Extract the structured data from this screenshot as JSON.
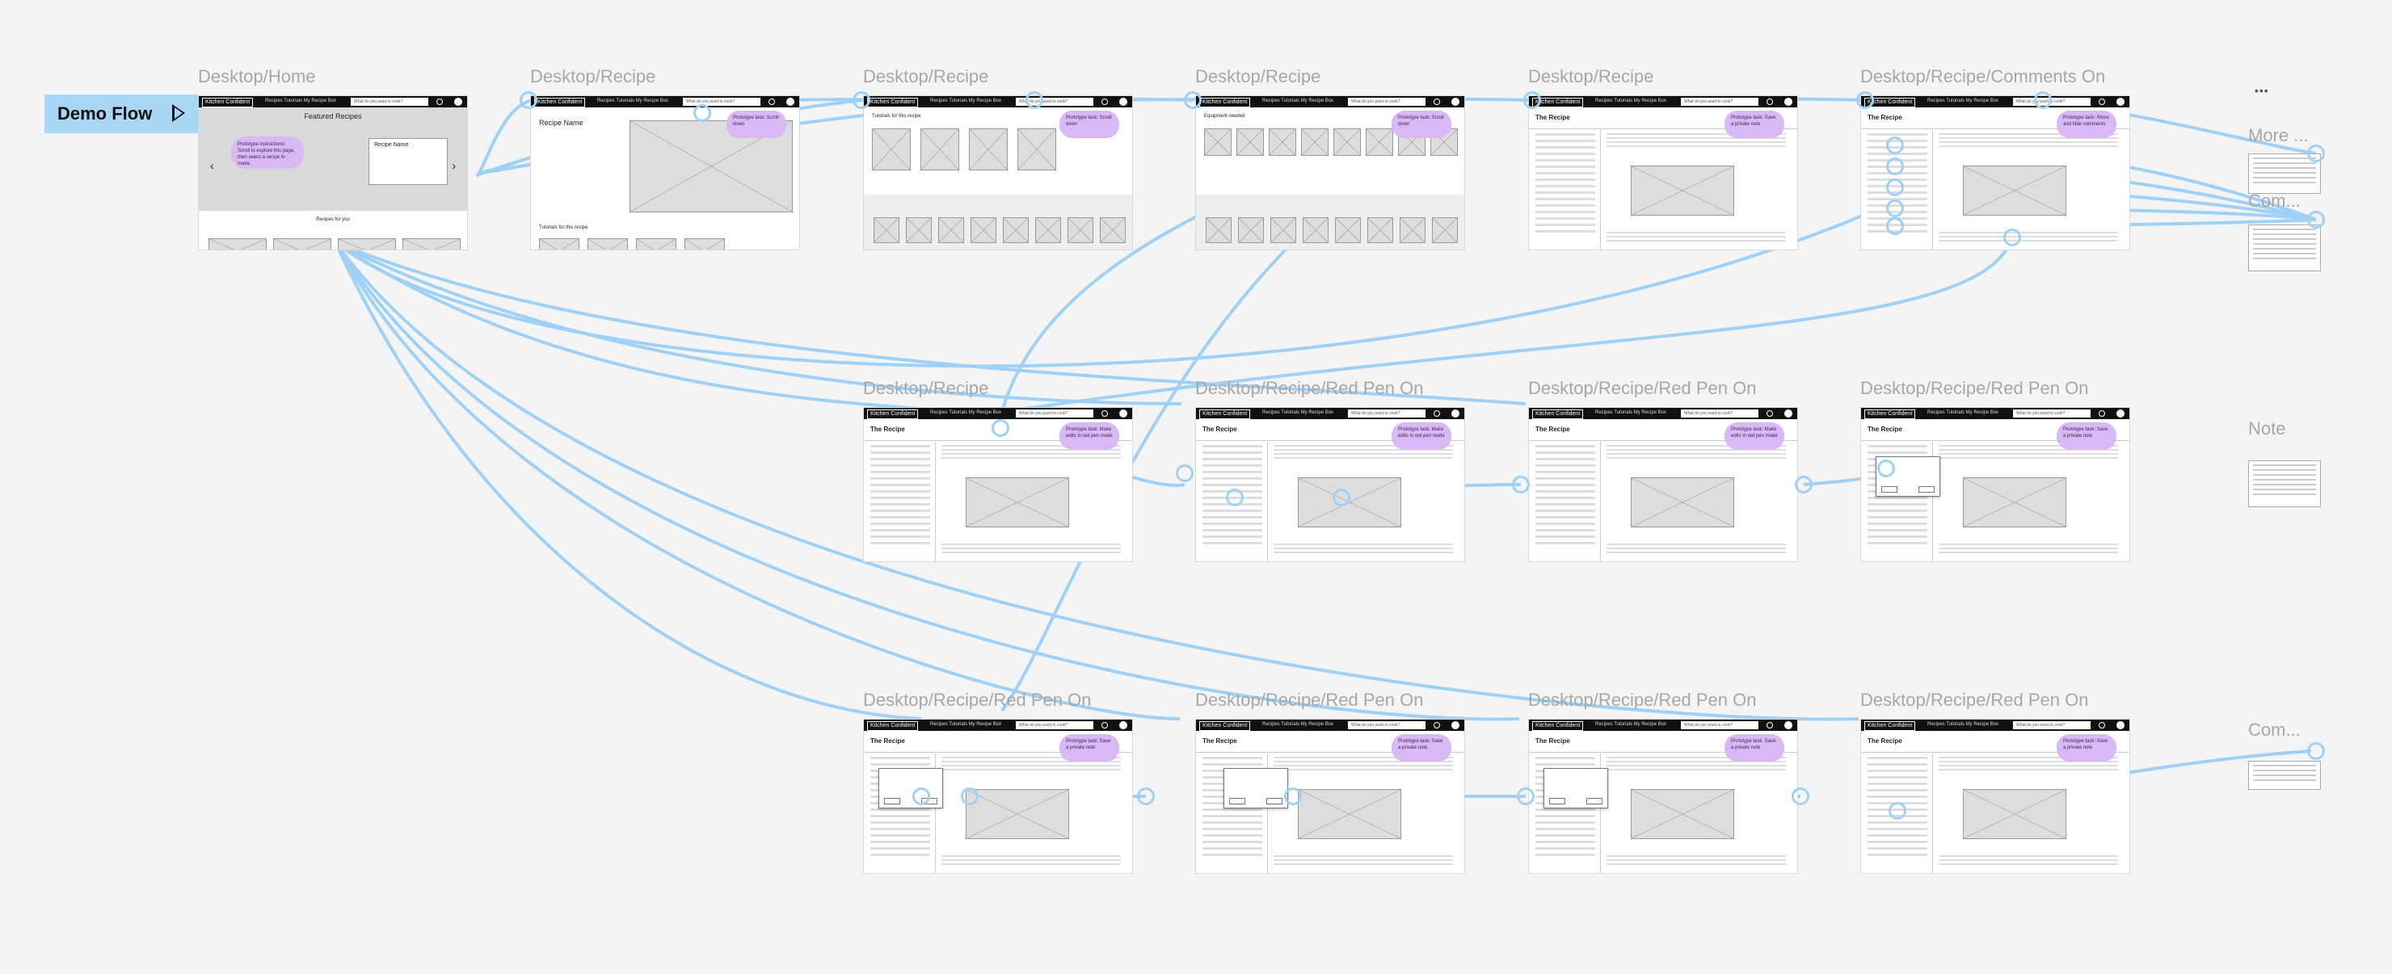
{
  "flow": {
    "label": "Demo Flow"
  },
  "frames": [
    {
      "label": "Desktop/Home",
      "variant": "home"
    },
    {
      "label": "Desktop/Recipe",
      "variant": "recipe-top"
    },
    {
      "label": "Desktop/Recipe",
      "variant": "recipe-tutorials"
    },
    {
      "label": "Desktop/Recipe",
      "variant": "recipe-equipment"
    },
    {
      "label": "Desktop/Recipe",
      "variant": "recipe"
    },
    {
      "label": "Desktop/Recipe/Comments On",
      "variant": "recipe"
    },
    {
      "label": "Desktop/Recipe",
      "variant": "recipe"
    },
    {
      "label": "Desktop/Recipe/Red Pen On",
      "variant": "recipe"
    },
    {
      "label": "Desktop/Recipe/Red Pen On",
      "variant": "recipe"
    },
    {
      "label": "Desktop/Recipe/Red Pen On",
      "variant": "recipe-popup"
    },
    {
      "label": "Desktop/Recipe/Red Pen On",
      "variant": "recipe-popup"
    },
    {
      "label": "Desktop/Recipe/Red Pen On",
      "variant": "recipe-popup"
    },
    {
      "label": "Desktop/Recipe/Red Pen On",
      "variant": "recipe-popup"
    },
    {
      "label": "Desktop/Recipe/Red Pen On",
      "variant": "recipe"
    }
  ],
  "components": [
    {
      "label": "More ..."
    },
    {
      "label": "Com..."
    },
    {
      "label": "Note"
    },
    {
      "label": "Com..."
    }
  ],
  "wireframe": {
    "logo": "Kitchen Confident",
    "nav_links": "Recipes  Tutorials  My Recipe Box",
    "search_placeholder": "What do you want to cook?",
    "featured": "Featured Recipes",
    "home_callout": "Prototype instructions: Scroll to explore this page, then select a recipe to make.",
    "recipe_name": "Recipe Name",
    "recipes_for_you": "Recipes for you",
    "recipe_heading": "Recipe Name",
    "tutorials_heading": "Tutorials for this recipe",
    "equipment_heading": "Equipment needed",
    "the_recipe": "The Recipe",
    "callout_scroll": "Prototype task: Scroll down",
    "callout_pen": "Prototype task: Make edits in red pen mode",
    "callout_note": "Prototype task: Save a private note",
    "callout_comments": "Prototype task: Show and hide comments"
  },
  "overflow_menu": "•••"
}
